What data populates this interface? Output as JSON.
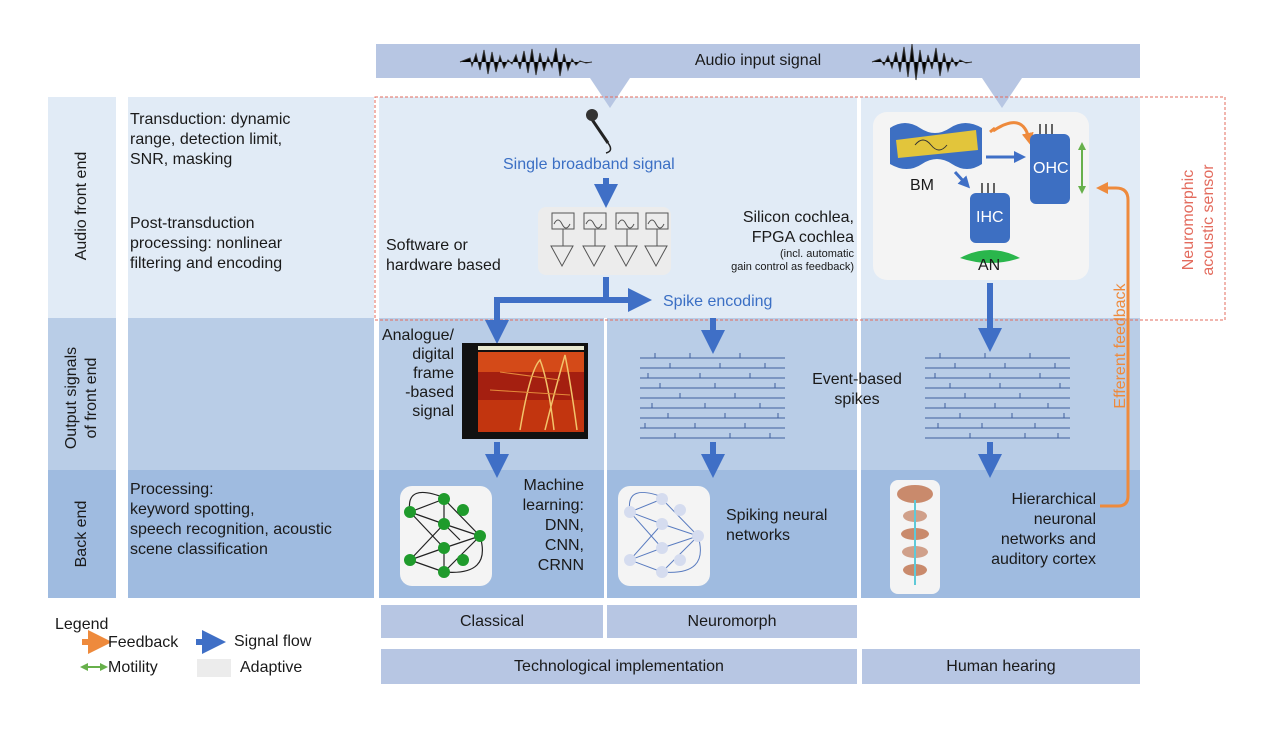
{
  "colors": {
    "band1": "#e1ebf6",
    "band2": "#b9cde7",
    "band3": "#9fbbe0",
    "arrow": "#3f6fc6",
    "feedback": "#ee8a3c",
    "motility": "#67b04b",
    "sensor_border": "#e36b5d"
  },
  "header": {
    "audio_input": "Audio input signal"
  },
  "rows": {
    "front_end": "Audio front end",
    "output_signals": [
      "Output signals",
      "of front end"
    ],
    "back_end": "Back end"
  },
  "descriptions": {
    "transduction": [
      "Transduction: dynamic",
      "range, detection limit,",
      "SNR, masking"
    ],
    "post_transduction": [
      "Post-transduction",
      "processing: nonlinear",
      "filtering and encoding"
    ],
    "processing": [
      "Processing:",
      "keyword spotting,",
      "speech recognition, acoustic",
      "scene classification"
    ]
  },
  "classical": {
    "single_signal": "Single broadband signal",
    "software": [
      "Software or",
      "hardware based"
    ],
    "analogue": [
      "Analogue/",
      "digital",
      "frame",
      "-based",
      "signal"
    ],
    "ml": [
      "Machine",
      "learning:",
      "DNN,",
      "CNN,",
      "CRNN"
    ]
  },
  "neuromorph": {
    "silicon": [
      "Silicon cochlea,",
      "FPGA cochlea"
    ],
    "agc": [
      "(incl. automatic",
      "gain control as feedback)"
    ],
    "spike_encoding": "Spike encoding",
    "event_spikes": [
      "Event-based",
      "spikes"
    ],
    "snn": [
      "Spiking neural",
      "networks"
    ]
  },
  "human": {
    "bm": "BM",
    "ohc": "OHC",
    "ihc": "IHC",
    "an": "AN",
    "hier": [
      "Hierarchical",
      "neuronal",
      "networks and",
      "auditory cortex"
    ],
    "sensor": [
      "Neuromorphic",
      "acoustic sensor"
    ],
    "efferent": "Efferent feedback"
  },
  "footer": {
    "classical": "Classical",
    "neuromorph": "Neuromorph",
    "tech": "Technological implementation",
    "human": "Human hearing"
  },
  "legend": {
    "title": "Legend",
    "feedback": "Feedback",
    "signal_flow": "Signal flow",
    "motility": "Motility",
    "adaptive": "Adaptive"
  }
}
